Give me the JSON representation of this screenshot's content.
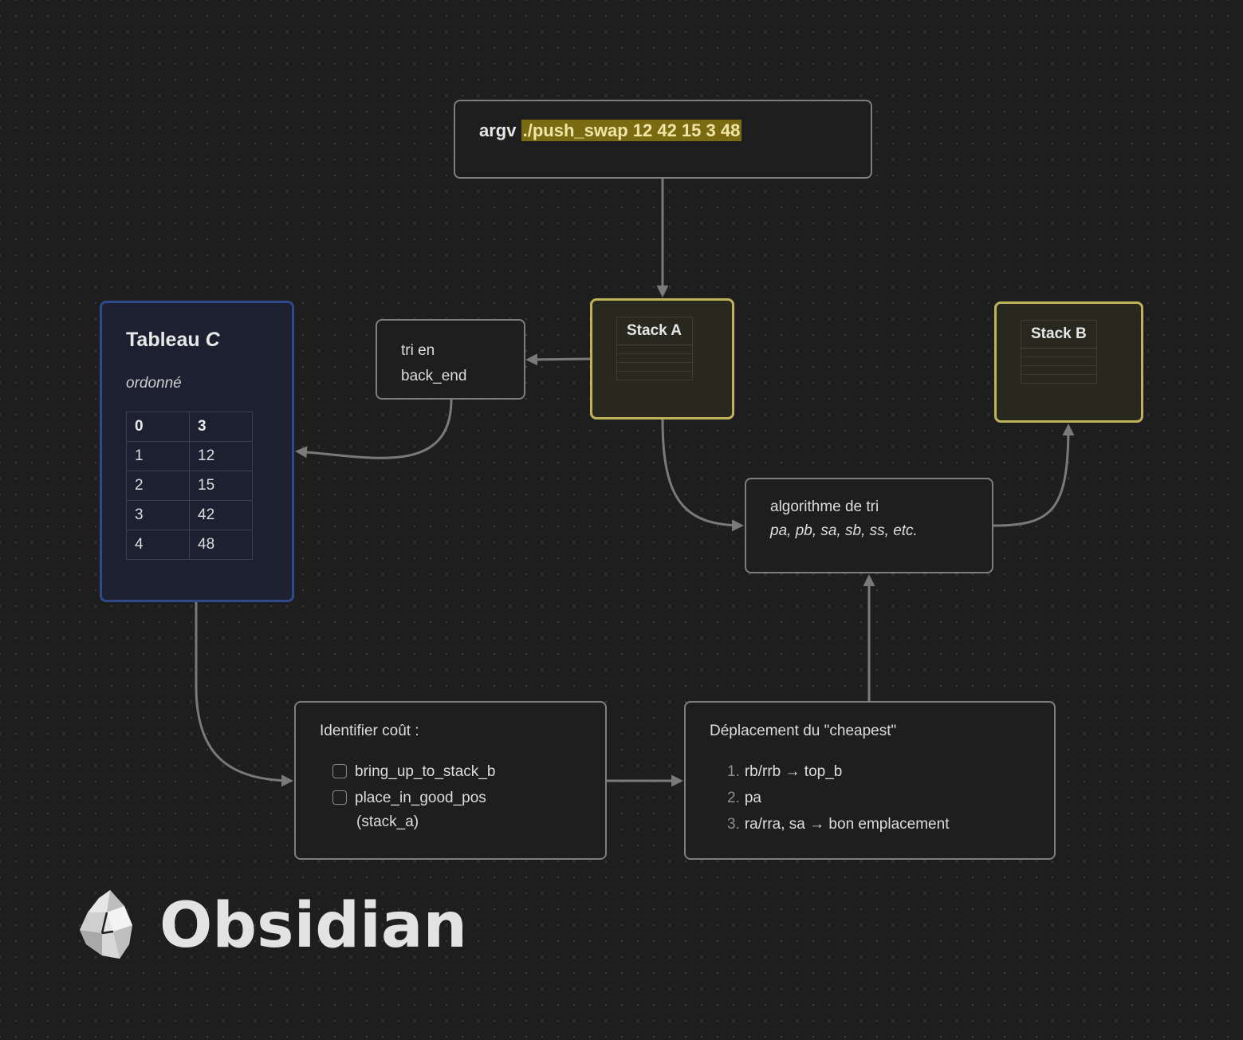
{
  "argv": {
    "label": "argv",
    "command": "./push_swap 12 42 15 3 48"
  },
  "stack_a": {
    "title": "Stack A"
  },
  "stack_b": {
    "title": "Stack B"
  },
  "tri": {
    "line1": "tri en",
    "line2": "back_end"
  },
  "tableau": {
    "title": "Tableau",
    "title_var": "C",
    "subtitle": "ordonné",
    "rows": [
      [
        "0",
        "3"
      ],
      [
        "1",
        "12"
      ],
      [
        "2",
        "15"
      ],
      [
        "3",
        "42"
      ],
      [
        "4",
        "48"
      ]
    ]
  },
  "algo": {
    "line1": "algorithme de tri",
    "line2": "pa, pb, sa, sb, ss, etc."
  },
  "identifier": {
    "heading": "Identifier coût :",
    "items": [
      "bring_up_to_stack_b",
      "place_in_good_pos"
    ],
    "continuation": "(stack_a)"
  },
  "deplacement": {
    "heading": "Déplacement du \"cheapest\"",
    "items": [
      {
        "num": "1.",
        "text": "rb/rrb → top_b"
      },
      {
        "num": "2.",
        "text": "pa"
      },
      {
        "num": "3.",
        "text": "ra/rra, sa → bon emplacement"
      }
    ]
  },
  "brand": {
    "name": "Obsidian"
  },
  "colors": {
    "edge": "#7a7a7a",
    "stack_border": "#bdb35b",
    "table_border": "#2e4a8a",
    "highlight": "#7a6a12"
  }
}
